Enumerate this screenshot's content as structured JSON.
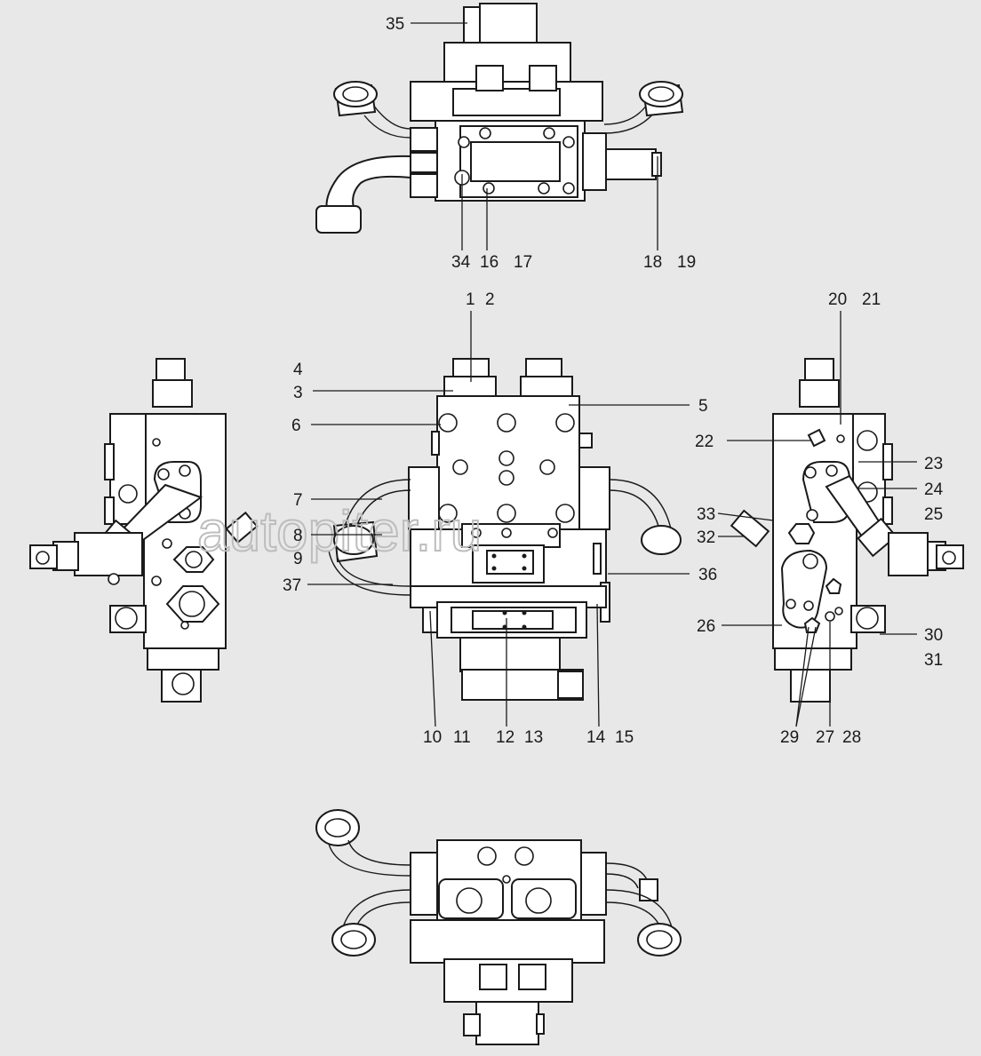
{
  "watermark": "autopiter.ru",
  "callouts": {
    "c35": "35",
    "c34": "34",
    "c16": "16",
    "c17": "17",
    "c18": "18",
    "c19": "19",
    "c1": "1",
    "c2": "2",
    "c20": "20",
    "c21": "21",
    "c4": "4",
    "c3": "3",
    "c5": "5",
    "c6": "6",
    "c22": "22",
    "c23": "23",
    "c24": "24",
    "c25": "25",
    "c7": "7",
    "c8": "8",
    "c9": "9",
    "c37": "37",
    "c33": "33",
    "c32": "32",
    "c36": "36",
    "c26": "26",
    "c30": "30",
    "c31": "31",
    "c10": "10",
    "c11": "11",
    "c12": "12",
    "c13": "13",
    "c14": "14",
    "c15": "15",
    "c29": "29",
    "c27": "27",
    "c28": "28"
  }
}
